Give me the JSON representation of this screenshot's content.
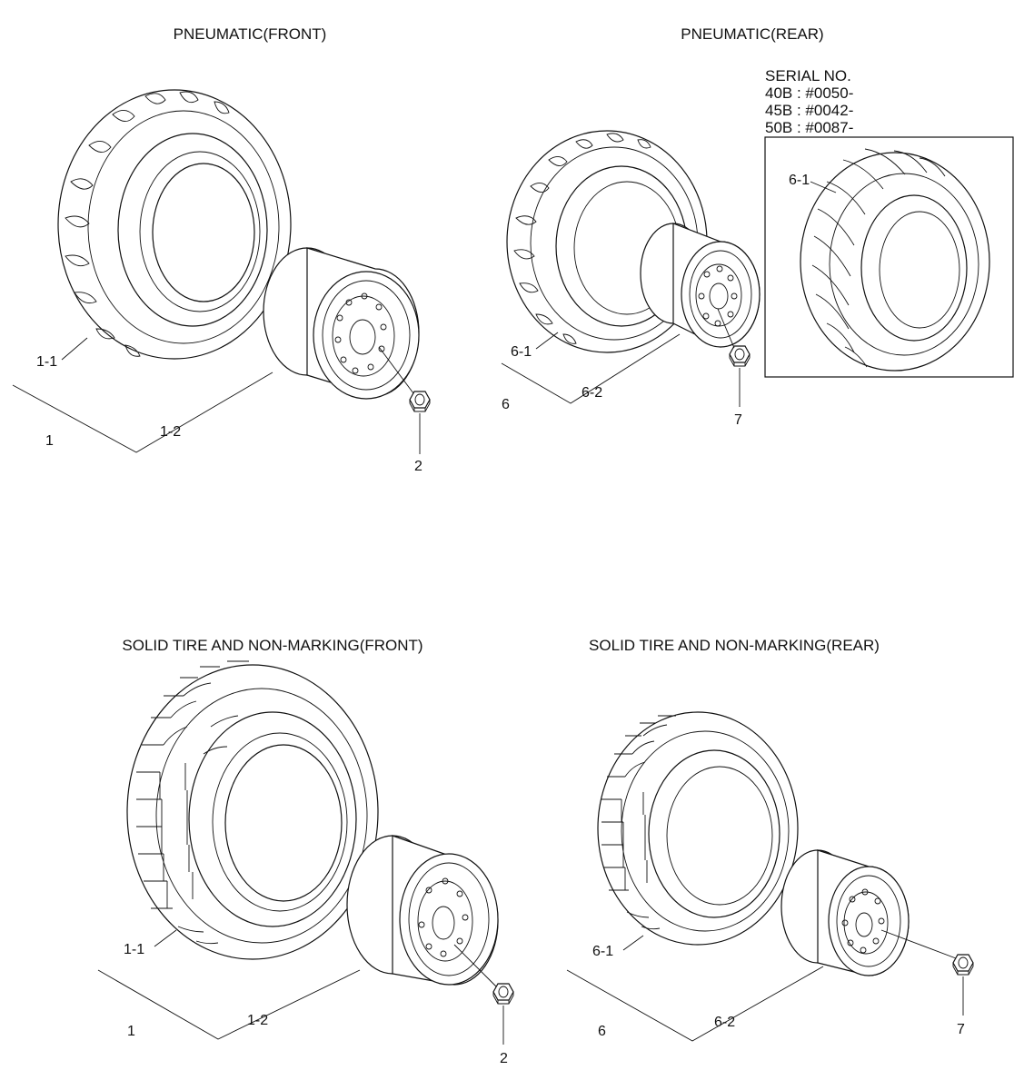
{
  "sections": {
    "front": {
      "title": "PNEUMATIC(FRONT)",
      "labels": {
        "assembly": "1",
        "tire": "1-1",
        "rim": "1-2",
        "nut": "2"
      }
    },
    "rear": {
      "title": "PNEUMATIC(REAR)",
      "labels": {
        "assembly": "6",
        "tire": "6-1",
        "rim": "6-2",
        "nut": "7"
      },
      "serial": {
        "heading": "SERIAL NO.",
        "lines": [
          "40B : #0050-",
          "45B : #0042-",
          "50B : #0087-"
        ],
        "inset_label": "6-1"
      }
    },
    "solid_front": {
      "title": "SOLID TIRE AND NON-MARKING(FRONT)",
      "labels": {
        "assembly": "1",
        "tire": "1-1",
        "rim": "1-2",
        "nut": "2"
      }
    },
    "solid_rear": {
      "title": "SOLID TIRE AND NON-MARKING(REAR)",
      "labels": {
        "assembly": "6",
        "tire": "6-1",
        "rim": "6-2",
        "nut": "7"
      }
    }
  }
}
